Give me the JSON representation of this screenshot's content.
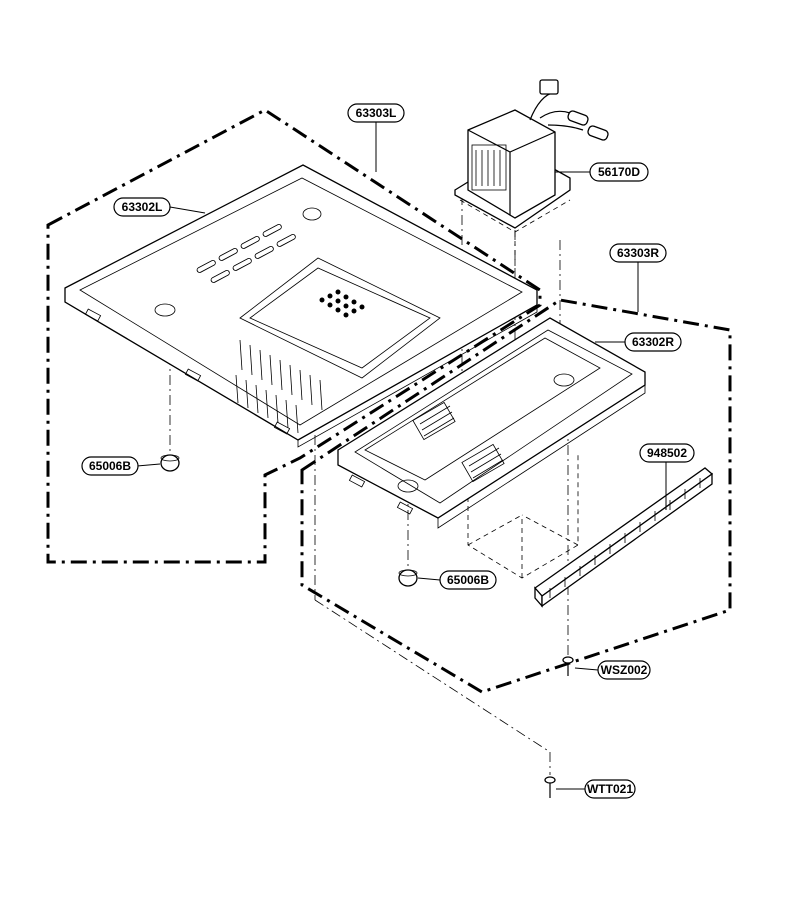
{
  "diagram": {
    "callouts": [
      {
        "id": "63303L",
        "label": "63303L"
      },
      {
        "id": "63302L",
        "label": "63302L"
      },
      {
        "id": "56170D",
        "label": "56170D"
      },
      {
        "id": "63303R",
        "label": "63303R"
      },
      {
        "id": "63302R",
        "label": "63302R"
      },
      {
        "id": "948502",
        "label": "948502"
      },
      {
        "id": "65006B-left",
        "label": "65006B"
      },
      {
        "id": "65006B-right",
        "label": "65006B"
      },
      {
        "id": "WSZ002",
        "label": "WSZ002"
      },
      {
        "id": "WTT021",
        "label": "WTT021"
      }
    ]
  }
}
